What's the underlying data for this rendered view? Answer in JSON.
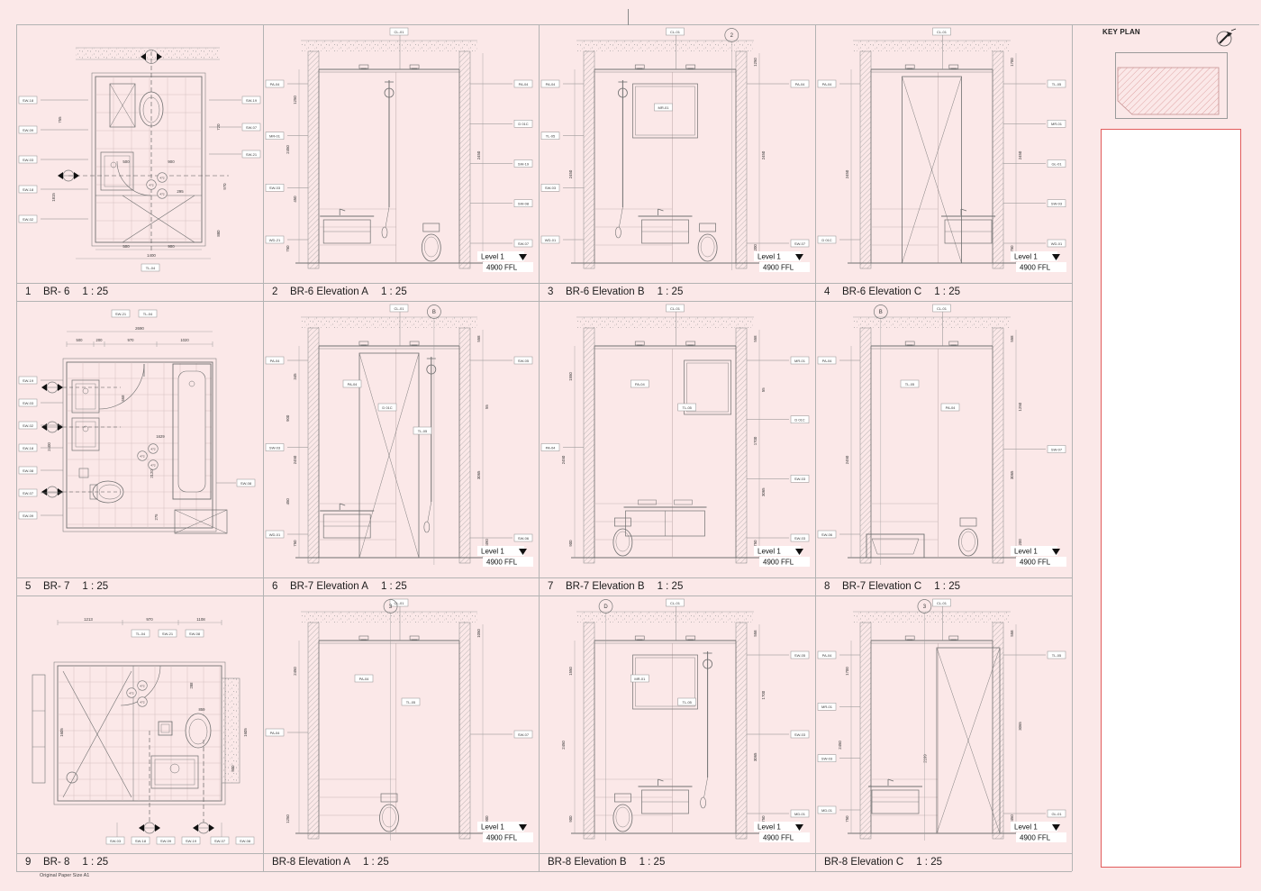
{
  "sheet": {
    "background": "#fbe8e8",
    "grid_line_color": "#b3b3b3",
    "draw_line_color": "#6f6f6f",
    "accent_red": "#e25b5b",
    "footer_note": "Original Paper Size  A1"
  },
  "key_plan": {
    "label": "KEY PLAN",
    "north_arrow_icon": "north-arrow"
  },
  "level": {
    "name": "Level 1",
    "value": "4900",
    "unit": "FFL"
  },
  "panels": [
    {
      "number": "1",
      "name": "BR- 6",
      "scale": "1 : 25",
      "type": "plan",
      "variant": "br6",
      "left_tags": [
        "SW-18",
        "SW-09",
        "SW-03",
        "SW-18",
        "SW-02"
      ],
      "right_tags": [
        "SW-19",
        "SW-07",
        "SW-21"
      ],
      "bottom_tags": [
        "TL-04"
      ],
      "top_dims": [
        "500",
        "900"
      ],
      "bottom_dims": [
        "500",
        "900",
        "1400"
      ],
      "left_dims": [
        "755",
        "1815"
      ],
      "right_dims": [
        "720",
        "970",
        "880"
      ],
      "inner_dims": [
        "295"
      ],
      "callout": "472"
    },
    {
      "number": "2",
      "name": "BR-6 Elevation A",
      "scale": "1 : 25",
      "type": "elevation",
      "top_tag": "CL-01",
      "left_tags": [
        "PA-04",
        "MR-01",
        "SW-03",
        "WD-21"
      ],
      "right_tags": [
        "PA-04",
        "D 01C",
        "SW-19",
        "SW-08",
        "SW-07"
      ],
      "left_dims": [
        "1250",
        "2450",
        "450",
        "750"
      ],
      "right_dims": [
        "2450"
      ],
      "fixtures": [
        "vanity-left",
        "shower-center",
        "toilet-right"
      ],
      "level": true
    },
    {
      "number": "3",
      "name": "BR-6 Elevation B",
      "scale": "1 : 25",
      "type": "elevation",
      "top_tag": "CL-01",
      "top_marker": "2",
      "top_marker_pos": 0.97,
      "left_tags": [
        "PA-04",
        "TL-05",
        "SW-03",
        "WD-01"
      ],
      "center_tags": [
        "MR-01"
      ],
      "right_tags": [
        "PA-04",
        "SW-07"
      ],
      "left_dims": [
        "2450"
      ],
      "right_dims": [
        "1250",
        "2450",
        "1200"
      ],
      "fixtures": [
        "shower-left",
        "mirror-center",
        "vanity-center",
        "toilet-right"
      ],
      "level": true
    },
    {
      "number": "4",
      "name": "BR-6 Elevation C",
      "scale": "1 : 25",
      "type": "elevation",
      "top_tag": "CL-01",
      "left_tags": [
        "PA-04",
        "D 01C"
      ],
      "right_tags": [
        "TL-05",
        "MR-01",
        "GL-01",
        "SW-03",
        "WD-01"
      ],
      "left_dims": [
        "2450"
      ],
      "right_dims": [
        "1700",
        "2450",
        "750"
      ],
      "fixtures": [
        "door-center",
        "vanity-right"
      ],
      "level": true
    },
    {
      "number": "5",
      "name": "BR- 7",
      "scale": "1 : 25",
      "type": "plan",
      "variant": "br7",
      "top_tags": [
        "SW-21",
        "TL-04"
      ],
      "left_tags": [
        "SW-19",
        "SW-03",
        "SW-02",
        "SW-18",
        "SW-08",
        "SW-07",
        "SW-09"
      ],
      "right_tags": [
        "SW-08"
      ],
      "top_dims": [
        "2690",
        "500",
        "200",
        "970",
        "1020"
      ],
      "left_dims": [
        "2400"
      ],
      "inner_dims": [
        "568",
        "1629",
        "2120",
        "275"
      ],
      "callout": "472"
    },
    {
      "number": "6",
      "name": "BR-7 Elevation A",
      "scale": "1 : 25",
      "type": "elevation",
      "top_tag": "CL-01",
      "top_marker": "B",
      "top_marker_pos": 0.82,
      "left_tags": [
        "PA-04",
        "SW-03",
        "WD-01"
      ],
      "center_tags": [
        "PA-04",
        "D 01C",
        "TL-05"
      ],
      "right_tags": [
        "SW-05",
        "SW-06"
      ],
      "left_dims": [
        "345",
        "900",
        "2450",
        "450",
        "750"
      ],
      "right_dims": [
        "558",
        "55",
        "3065",
        "2490"
      ],
      "fixtures": [
        "vanity-left",
        "door-center",
        "shower-right"
      ],
      "level": true
    },
    {
      "number": "7",
      "name": "BR-7 Elevation B",
      "scale": "1 : 25",
      "type": "elevation",
      "top_tag": "CL-01",
      "left_tags": [
        "PA-04"
      ],
      "center_tags": [
        "PA-04",
        "TL-05"
      ],
      "right_tags": [
        "MR-01",
        "D 01C",
        "SW-03",
        "SW-03"
      ],
      "left_dims": [
        "1550",
        "2450",
        "900"
      ],
      "right_dims": [
        "558",
        "55",
        "1700",
        "3065",
        "750"
      ],
      "fixtures": [
        "toilet-left",
        "vanity2-center",
        "mirror-right"
      ],
      "level": true
    },
    {
      "number": "8",
      "name": "BR-7 Elevation C",
      "scale": "1 : 25",
      "type": "elevation",
      "top_tag": "CL-01",
      "top_marker": "B",
      "top_marker_pos": 0.08,
      "left_tags": [
        "PA-04",
        "SW-06"
      ],
      "center_tags": [
        "TL-05",
        "PA-04"
      ],
      "right_tags": [
        "SW-07"
      ],
      "left_dims": [
        "2450"
      ],
      "right_dims": [
        "558",
        "1250",
        "3065",
        "1200"
      ],
      "fixtures": [
        "tub-left",
        "toilet-right"
      ],
      "level": true
    },
    {
      "number": "9",
      "name": "BR- 8",
      "scale": "1 : 25",
      "type": "plan",
      "variant": "br8",
      "top_tags": [
        "TL-04",
        "SW-21",
        "SW-08"
      ],
      "bottom_tags": [
        "SW-03",
        "SW-18",
        "SW-09",
        "SW-19",
        "SW-07",
        "SW-08"
      ],
      "top_dims": [
        "1213",
        "970",
        "1108"
      ],
      "left_dims": [
        "1605"
      ],
      "right_dims": [
        "1605",
        "500"
      ],
      "inner_dims": [
        "288",
        "859"
      ],
      "callout": "472"
    },
    {
      "number": "",
      "name": "BR-8 Elevation A",
      "scale": "1 : 25",
      "type": "elevation",
      "top_tag": "CL-01",
      "top_marker": "3",
      "top_marker_pos": 0.51,
      "left_tags": [
        "PA-04"
      ],
      "center_tags": [
        "PA-04",
        "TL-05"
      ],
      "right_tags": [
        "SW-07"
      ],
      "left_dims": [
        "2450",
        "1250"
      ],
      "right_dims": [
        "1050",
        "900"
      ],
      "fixtures": [
        "toilet-center"
      ],
      "level": true
    },
    {
      "number": "",
      "name": "BR-8 Elevation B",
      "scale": "1 : 25",
      "type": "elevation",
      "top_tag": "CL-01",
      "top_marker": "D",
      "top_marker_pos": 0.08,
      "left_tags": [],
      "center_tags": [
        "MR-01",
        "TL-05"
      ],
      "right_tags": [
        "SW-05",
        "SW-03",
        "MD-01"
      ],
      "left_dims": [
        "1550",
        "2450",
        "900"
      ],
      "right_dims": [
        "558",
        "1700",
        "3065",
        "750"
      ],
      "fixtures": [
        "toilet-left",
        "vanity-center",
        "mirror-center",
        "shower-right"
      ],
      "level": true
    },
    {
      "number": "",
      "name": "BR-8 Elevation C",
      "scale": "1 : 25",
      "type": "elevation",
      "top_tag": "CL-01",
      "top_marker": "3",
      "top_marker_pos": 0.44,
      "left_tags": [
        "PA-04",
        "MR-01",
        "SW-03",
        "MD-01"
      ],
      "right_tags": [
        "TL-05",
        "GL-01"
      ],
      "left_dims": [
        "1700",
        "2450",
        "750"
      ],
      "right_dims": [
        "558",
        "3065",
        "2450"
      ],
      "inner_dims": [
        "2199"
      ],
      "fixtures": [
        "vanity-left",
        "door-right"
      ],
      "level": true
    }
  ]
}
